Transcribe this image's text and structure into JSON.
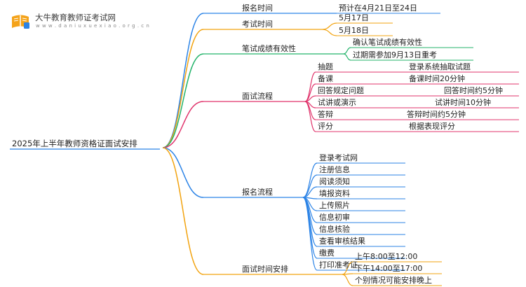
{
  "logo": {
    "title": "大牛教育教师证考试网",
    "url": "w w w . d a n i u x u e x i a o . o r g . c n",
    "icon": "book-icon"
  },
  "root": "2025年上半年教师资格证面试安排",
  "branches": [
    {
      "label": "报名时间",
      "color": "#2b83e6",
      "children": [
        {
          "label": "预计在4月21日至24日"
        }
      ]
    },
    {
      "label": "考试时间",
      "color": "#f2a30f",
      "children": [
        {
          "label": "5月17日"
        },
        {
          "label": "5月18日"
        }
      ]
    },
    {
      "label": "笔试成绩有效性",
      "color": "#23b36a",
      "children": [
        {
          "label": "确认笔试成绩有效性"
        },
        {
          "label": "过期需参加9月13日重考"
        }
      ]
    },
    {
      "label": "面试流程",
      "color": "#e0336b",
      "children": [
        {
          "label": "抽题",
          "detail": "登录系统抽取试题"
        },
        {
          "label": "备课",
          "detail": "备课时间20分钟"
        },
        {
          "label": "回答规定问题",
          "detail": "回答时间约5分钟"
        },
        {
          "label": "试讲或演示",
          "detail": "试讲时间10分钟"
        },
        {
          "label": "答辩",
          "detail": "答辩时间约5分钟"
        },
        {
          "label": "评分",
          "detail": "根据表现评分"
        }
      ]
    },
    {
      "label": "报名流程",
      "color": "#2b83e6",
      "children": [
        {
          "label": "登录考试网"
        },
        {
          "label": "注册信息"
        },
        {
          "label": "阅读须知"
        },
        {
          "label": "填报资料"
        },
        {
          "label": "上传照片"
        },
        {
          "label": "信息初审"
        },
        {
          "label": "信息核验"
        },
        {
          "label": "查看审核结果"
        },
        {
          "label": "缴费"
        },
        {
          "label": "打印准考证"
        }
      ]
    },
    {
      "label": "面试时间安排",
      "color": "#f2a30f",
      "children": [
        {
          "label": "上午8:00至12:00"
        },
        {
          "label": "下午14:00至17:00"
        },
        {
          "label": "个别情况可能安排晚上"
        }
      ]
    }
  ]
}
